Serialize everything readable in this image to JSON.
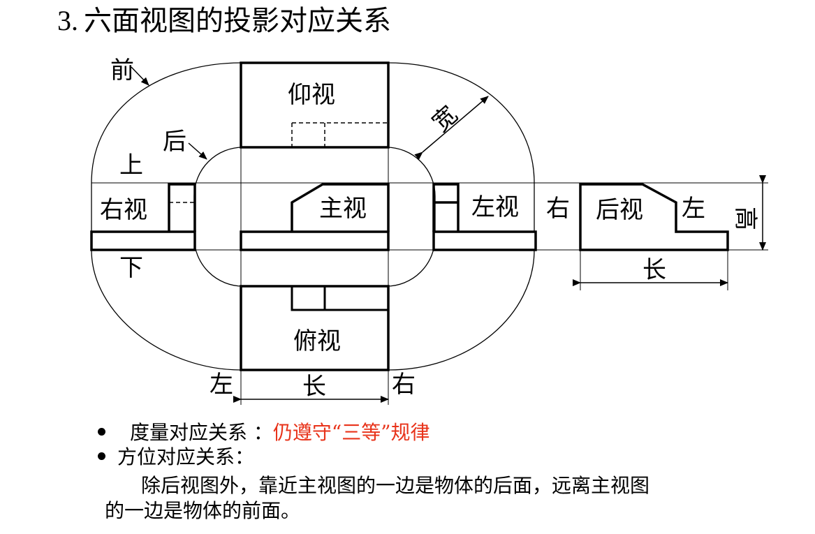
{
  "title": {
    "number": "3.",
    "text": "六面视图的投影对应关系"
  },
  "views": {
    "top": "仰视",
    "main": "主视",
    "right_view": "右视",
    "left_view": "左视",
    "bottom": "俯视",
    "back": "后视"
  },
  "directions": {
    "front": "前",
    "back": "后",
    "up": "上",
    "down": "下",
    "left": "左",
    "right": "右"
  },
  "dimensions": {
    "width": "宽",
    "length": "长",
    "height": "高"
  },
  "bullets": [
    {
      "label": "度量对应关系 ：",
      "highlight": "仍遵守“三等”规律"
    },
    {
      "label": "方位对应关系："
    }
  ],
  "paragraph": {
    "line1": "除后视图外，靠近主视图的一边是物体的后面，远离主视图",
    "line2": "的一边是物体的前面。"
  },
  "colors": {
    "highlight": "#e8331a"
  }
}
